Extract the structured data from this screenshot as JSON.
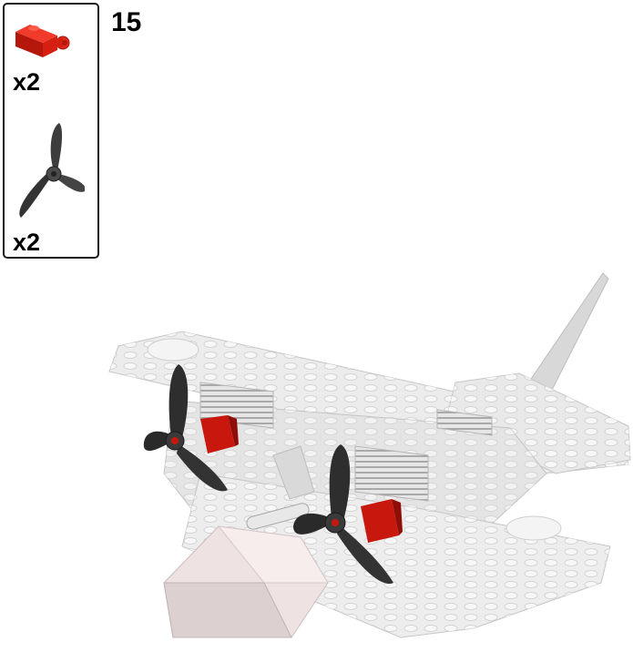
{
  "step": {
    "number": "15"
  },
  "parts": [
    {
      "name": "red-brick-with-pin",
      "quantity": "x2",
      "color": "#e0281b"
    },
    {
      "name": "black-three-blade-propeller",
      "quantity": "x2",
      "color": "#3a3a3a"
    }
  ],
  "model": {
    "body_color": "#eeeeee",
    "propeller_color": "#2e2e2e",
    "engine_color": "#c8180e"
  }
}
